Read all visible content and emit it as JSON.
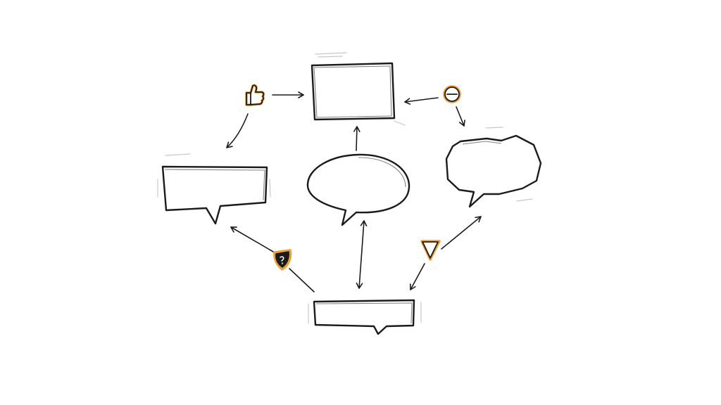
{
  "colors": {
    "ink": "#1b1b1b",
    "accent": "#f0a030",
    "background": "#ffffff"
  },
  "nodes": [
    {
      "id": "top-rectangle",
      "shape": "rectangle"
    },
    {
      "id": "left-speech-bubble",
      "shape": "rectangular-speech-bubble"
    },
    {
      "id": "center-speech-bubble",
      "shape": "oval-speech-bubble"
    },
    {
      "id": "right-speech-bubble",
      "shape": "cloud-speech-bubble"
    },
    {
      "id": "bottom-speech-bubble",
      "shape": "rectangular-speech-bubble"
    }
  ],
  "icons": [
    {
      "name": "thumbs-up-icon"
    },
    {
      "name": "circle-icon"
    },
    {
      "name": "shield-icon"
    },
    {
      "name": "triangle-icon"
    }
  ],
  "connections": [
    {
      "from": "thumbs-up-icon",
      "to": "top-rectangle",
      "direction": "forward"
    },
    {
      "from": "thumbs-up-icon",
      "to": "left-speech-bubble",
      "direction": "forward"
    },
    {
      "from": "circle-icon",
      "to": "top-rectangle",
      "direction": "forward"
    },
    {
      "from": "circle-icon",
      "to": "right-speech-bubble",
      "direction": "forward"
    },
    {
      "from": "center-speech-bubble",
      "to": "top-rectangle",
      "direction": "forward"
    },
    {
      "from": "left-speech-bubble",
      "to": "bottom-speech-bubble",
      "direction": "both",
      "via": "shield-icon"
    },
    {
      "from": "center-speech-bubble",
      "to": "bottom-speech-bubble",
      "direction": "both"
    },
    {
      "from": "right-speech-bubble",
      "to": "bottom-speech-bubble",
      "direction": "both",
      "via": "triangle-icon"
    }
  ]
}
